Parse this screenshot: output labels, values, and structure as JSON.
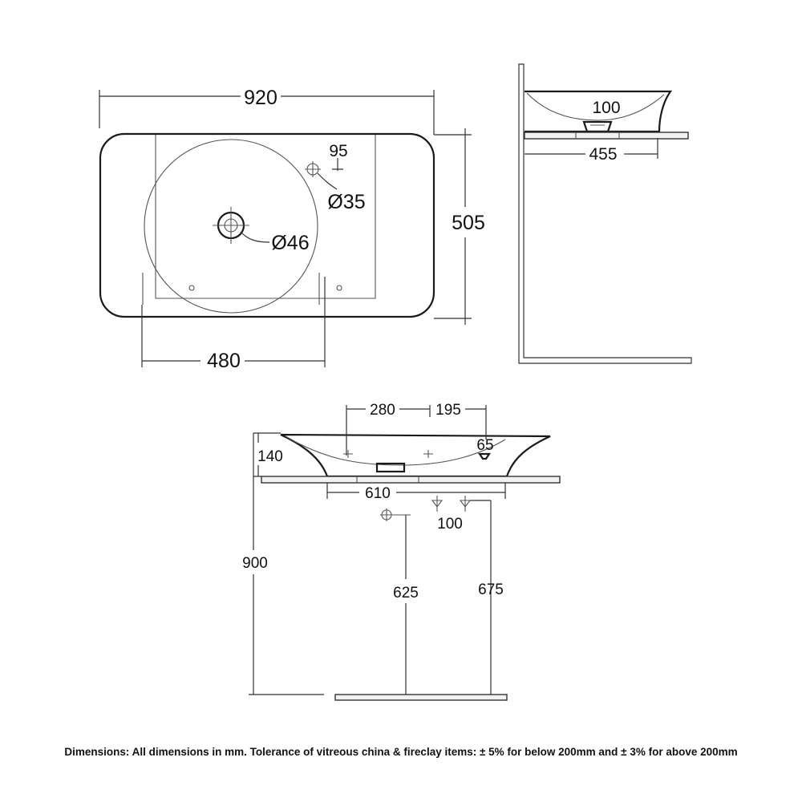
{
  "views": {
    "top": {
      "overall_width": "920",
      "overall_depth": "505",
      "tap_hole_offset": "95",
      "tap_hole_diameter": "Ø35",
      "waste_diameter": "Ø46",
      "bracket_spacing": "480"
    },
    "side": {
      "bowl_depth": "100",
      "projection": "455"
    },
    "front": {
      "waste_to_left": "280",
      "waste_to_tap": "195",
      "tap_height": "65",
      "basin_height": "140",
      "bracket_width": "610",
      "supply_spacing": "100",
      "installation_height": "900",
      "waste_outlet_height": "625",
      "supply_height": "675"
    }
  },
  "footnote": "Dimensions: All dimensions in mm. Tolerance of vitreous china & fireclay items: ± 5% for below 200mm and ± 3% for above 200mm"
}
